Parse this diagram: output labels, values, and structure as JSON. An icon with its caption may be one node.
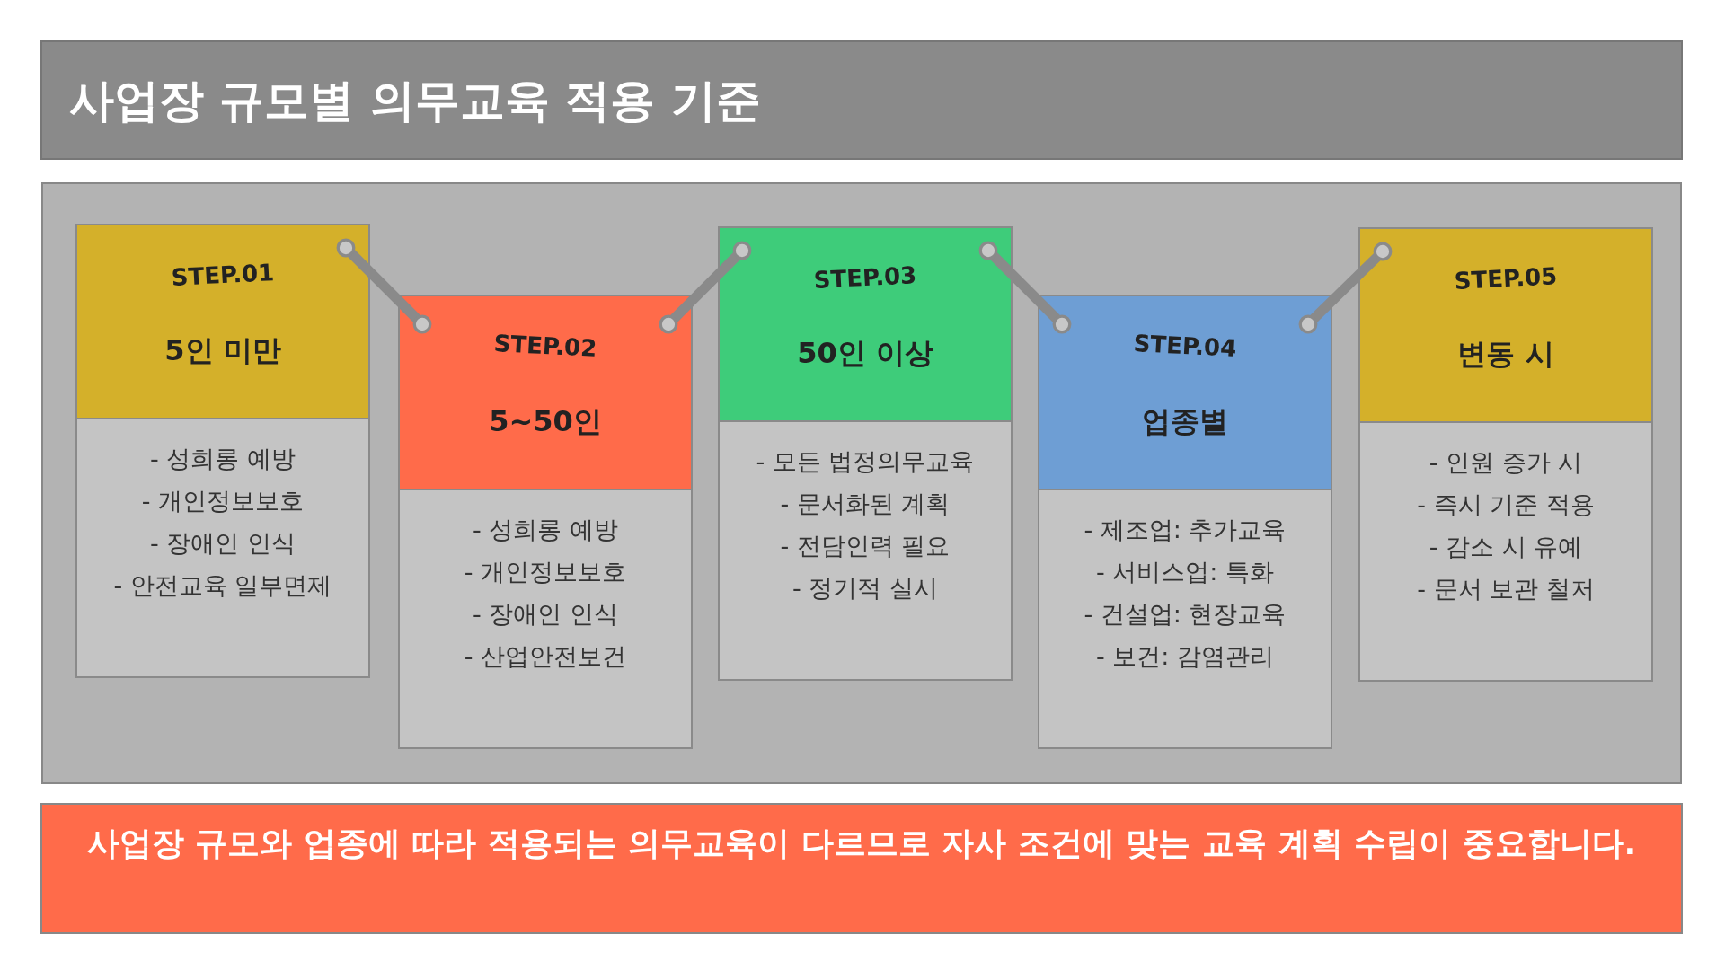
{
  "diagram": {
    "title": "사업장 규모별 의무교육 적용 기준",
    "caption": "사업장 규모와 업종에 따라 적용되는 의무교육이 다르므로 자사 조건에 맞는 교육 계획 수립이 중요합니다.",
    "nodes": [
      {
        "text": [],
        "shape": "box"
      },
      {
        "text": [
          "STEP.01",
          "5인 미만",
          "- 성희롱 예방",
          "- 개인정보보호",
          "- 장애인 인식",
          "- 안전교육 일부면제"
        ],
        "in": 0
      },
      {
        "text": [
          "STEP.02",
          "5~50인",
          "- 성희롱 예방",
          "- 개인정보보호",
          "- 장애인 인식",
          "- 산업안전보건"
        ],
        "in": 0
      },
      {
        "text": [
          "STEP.03",
          "50인 이상",
          "- 모든 법정의무교육",
          "- 문서화된 계획",
          "- 전담인력 필요",
          "- 정기적 실시"
        ],
        "in": 0
      },
      {
        "text": [
          "STEP.04",
          "업종별",
          "- 제조업: 추가교육",
          "- 서비스업: 특화",
          "- 건설업: 현장교육",
          "- 보건: 감염관리"
        ],
        "in": 0
      },
      {
        "text": [
          "STEP.05",
          "변동 시",
          "- 인원 증가 시",
          "- 즉시 기준 적용",
          "- 감소 시 유예",
          "- 문서 보관 철저"
        ],
        "in": 0
      }
    ],
    "edges": [
      {
        "from": 1,
        "to": 2,
        "arrow": "other"
      },
      {
        "from": 2,
        "to": 3,
        "arrow": "other"
      },
      {
        "from": 3,
        "to": 4,
        "arrow": "other"
      },
      {
        "from": 4,
        "to": 5,
        "arrow": "other"
      }
    ]
  }
}
